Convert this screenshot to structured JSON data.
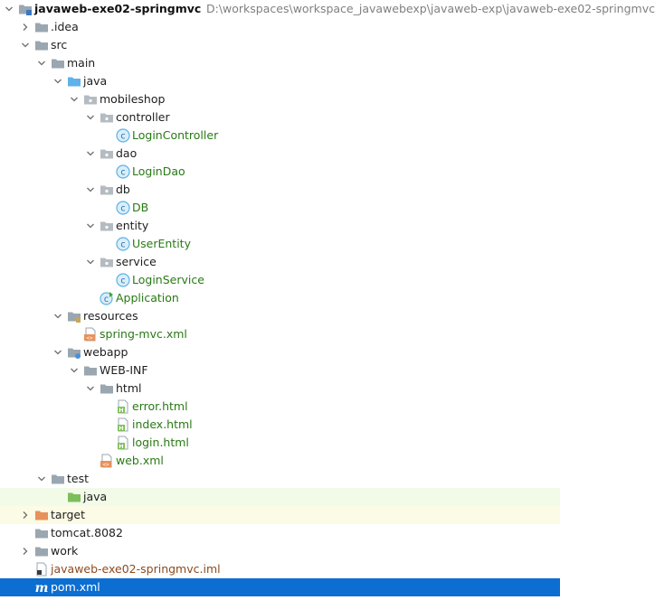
{
  "project": {
    "name": "javaweb-exe02-springmvc",
    "path": "D:\\workspaces\\workspace_javawebexp\\javaweb-exp\\javaweb-exe02-springmvc"
  },
  "tree": [
    {
      "id": "project-root",
      "label": "javaweb-exe02-springmvc",
      "depth": 0,
      "expanded": true,
      "icon": "module-folder-icon",
      "style": "bold",
      "path_key": true
    },
    {
      "id": "idea-folder",
      "label": ".idea",
      "depth": 1,
      "expanded": false,
      "icon": "folder-icon"
    },
    {
      "id": "src-folder",
      "label": "src",
      "depth": 1,
      "expanded": true,
      "icon": "folder-icon"
    },
    {
      "id": "main-folder",
      "label": "main",
      "depth": 2,
      "expanded": true,
      "icon": "folder-icon"
    },
    {
      "id": "java-source-folder",
      "label": "java",
      "depth": 3,
      "expanded": true,
      "icon": "source-folder-icon"
    },
    {
      "id": "mobileshop-package",
      "label": "mobileshop",
      "depth": 4,
      "expanded": true,
      "icon": "package-icon"
    },
    {
      "id": "controller-package",
      "label": "controller",
      "depth": 5,
      "expanded": true,
      "icon": "package-icon"
    },
    {
      "id": "login-controller-class",
      "label": "LoginController",
      "depth": 6,
      "icon": "java-class-icon",
      "style": "green"
    },
    {
      "id": "dao-package",
      "label": "dao",
      "depth": 5,
      "expanded": true,
      "icon": "package-icon"
    },
    {
      "id": "login-dao-class",
      "label": "LoginDao",
      "depth": 6,
      "icon": "java-class-icon",
      "style": "green"
    },
    {
      "id": "db-package",
      "label": "db",
      "depth": 5,
      "expanded": true,
      "icon": "package-icon"
    },
    {
      "id": "db-class",
      "label": "DB",
      "depth": 6,
      "icon": "java-class-icon",
      "style": "green"
    },
    {
      "id": "entity-package",
      "label": "entity",
      "depth": 5,
      "expanded": true,
      "icon": "package-icon"
    },
    {
      "id": "user-entity-class",
      "label": "UserEntity",
      "depth": 6,
      "icon": "java-class-icon",
      "style": "green"
    },
    {
      "id": "service-package",
      "label": "service",
      "depth": 5,
      "expanded": true,
      "icon": "package-icon"
    },
    {
      "id": "login-service-class",
      "label": "LoginService",
      "depth": 6,
      "icon": "java-class-icon",
      "style": "green"
    },
    {
      "id": "application-class",
      "label": "Application",
      "depth": 5,
      "icon": "java-app-class-icon",
      "style": "green"
    },
    {
      "id": "resources-folder",
      "label": "resources",
      "depth": 3,
      "expanded": true,
      "icon": "resources-folder-icon"
    },
    {
      "id": "spring-mvc-xml-file",
      "label": "spring-mvc.xml",
      "depth": 4,
      "icon": "xml-file-icon",
      "style": "green"
    },
    {
      "id": "webapp-folder",
      "label": "webapp",
      "depth": 3,
      "expanded": true,
      "icon": "web-folder-icon"
    },
    {
      "id": "web-inf-folder",
      "label": "WEB-INF",
      "depth": 4,
      "expanded": true,
      "icon": "folder-icon"
    },
    {
      "id": "html-folder",
      "label": "html",
      "depth": 5,
      "expanded": true,
      "icon": "folder-icon"
    },
    {
      "id": "error-html-file",
      "label": "error.html",
      "depth": 6,
      "icon": "html-file-icon",
      "style": "green"
    },
    {
      "id": "index-html-file",
      "label": "index.html",
      "depth": 6,
      "icon": "html-file-icon",
      "style": "green"
    },
    {
      "id": "login-html-file",
      "label": "login.html",
      "depth": 6,
      "icon": "html-file-icon",
      "style": "green"
    },
    {
      "id": "web-xml-file",
      "label": "web.xml",
      "depth": 5,
      "icon": "xml-file-icon",
      "style": "green"
    },
    {
      "id": "test-folder",
      "label": "test",
      "depth": 2,
      "expanded": true,
      "icon": "folder-icon"
    },
    {
      "id": "test-java-folder",
      "label": "java",
      "depth": 3,
      "icon": "test-source-folder-icon",
      "highlight": "test"
    },
    {
      "id": "target-folder",
      "label": "target",
      "depth": 1,
      "expanded": false,
      "icon": "excluded-folder-icon",
      "highlight": "target"
    },
    {
      "id": "tomcat-folder",
      "label": "tomcat.8082",
      "depth": 1,
      "icon": "folder-icon"
    },
    {
      "id": "work-folder",
      "label": "work",
      "depth": 1,
      "expanded": false,
      "icon": "folder-icon"
    },
    {
      "id": "iml-file",
      "label": "javaweb-exe02-springmvc.iml",
      "depth": 1,
      "icon": "iml-file-icon",
      "style": "brown"
    },
    {
      "id": "pom-xml-file",
      "label": "pom.xml",
      "depth": 1,
      "icon": "maven-icon",
      "selected": true
    }
  ],
  "colors": {
    "selection": "#0d6ed1",
    "test_highlight": "#f2fae8",
    "target_highlight": "#fbfbe6",
    "folder": "#9aa7b0",
    "source_folder": "#5fb2e8",
    "test_folder": "#7cbf5a",
    "excluded_folder": "#e8915a",
    "class_circle": "#5fb2e8",
    "vcs_green": "#287a14"
  }
}
